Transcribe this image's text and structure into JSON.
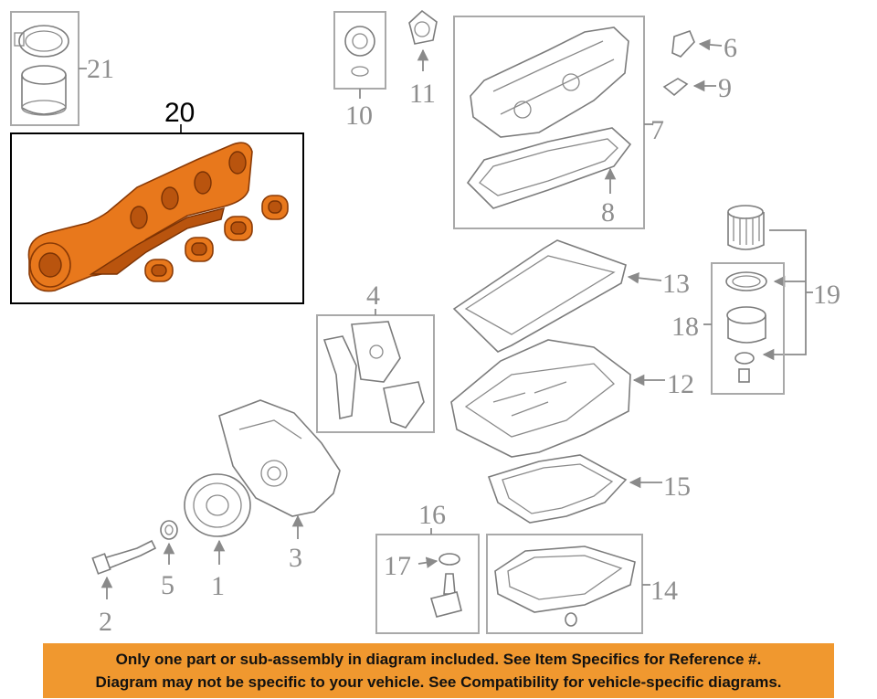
{
  "colors": {
    "highlight": "#e8781c",
    "notice_bg": "#f0982f",
    "callout": "#8e8e8e"
  },
  "callouts": {
    "c1": "1",
    "c2": "2",
    "c3": "3",
    "c4": "4",
    "c5": "5",
    "c6": "6",
    "c7": "7",
    "c8": "8",
    "c9": "9",
    "c10": "10",
    "c11": "11",
    "c12": "12",
    "c13": "13",
    "c14": "14",
    "c15": "15",
    "c16": "16",
    "c17": "17",
    "c18": "18",
    "c19": "19",
    "c20": "20",
    "c21": "21"
  },
  "notice": {
    "line1": "Only one part or sub-assembly in diagram included. See Item Specifics for Reference #.",
    "line2": "Diagram may not be specific to your vehicle. See Compatibility for vehicle-specific diagrams."
  }
}
